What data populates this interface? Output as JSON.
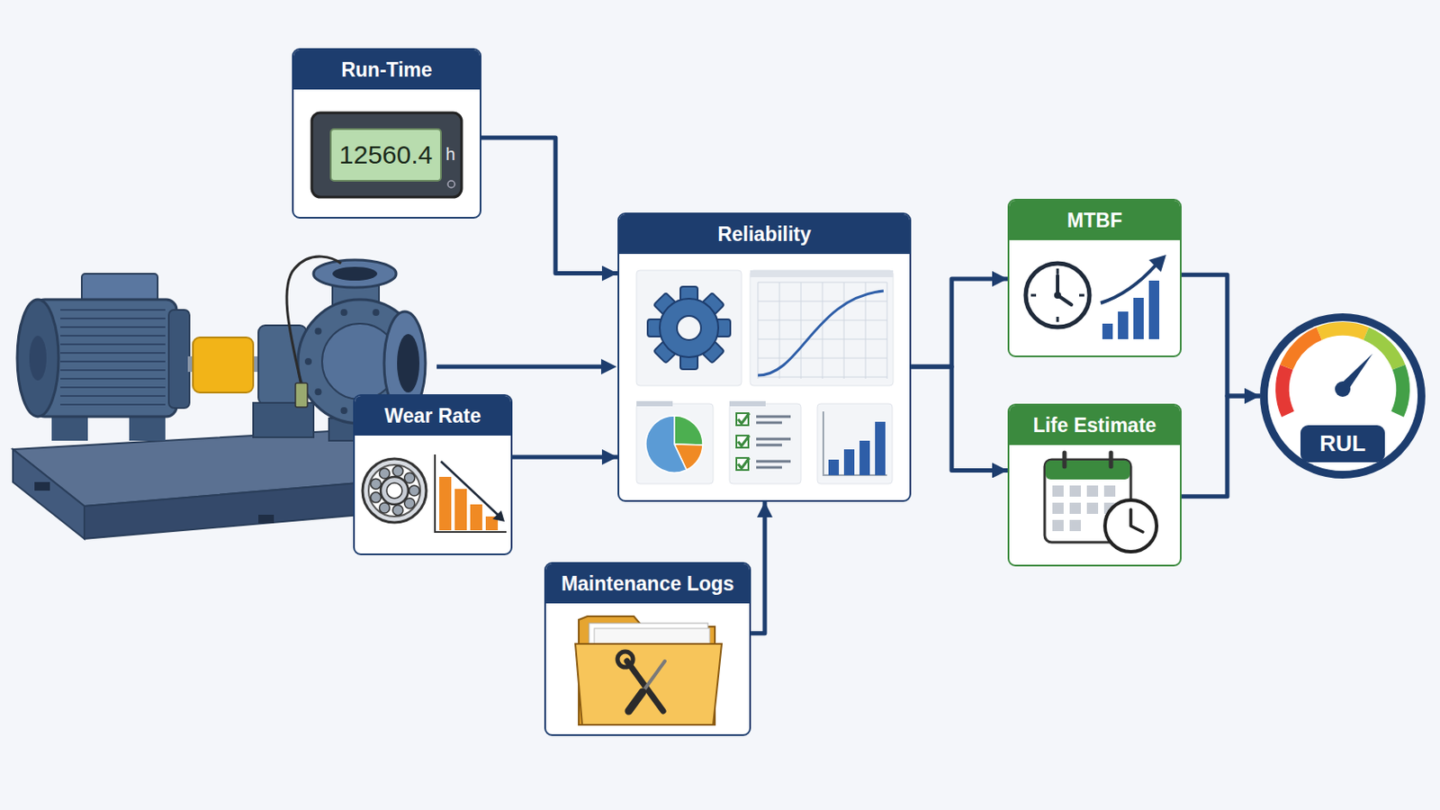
{
  "diagram": {
    "nodes": [
      {
        "text": [
          "Run-Time"
        ]
      },
      {
        "text": [
          "Wear Rate"
        ]
      },
      {
        "text": [
          "Reliability"
        ]
      },
      {
        "text": [
          "Maintenance Logs"
        ]
      },
      {
        "text": [
          "MTBF"
        ]
      },
      {
        "text": [
          "Life Estimate"
        ]
      },
      {
        "text": [
          "RUL"
        ]
      }
    ],
    "edges": [
      {
        "from": 0,
        "to": 2,
        "arrow": "to"
      },
      {
        "from": 1,
        "to": 2,
        "arrow": "to"
      },
      {
        "from": 3,
        "to": 2,
        "arrow": "to"
      },
      {
        "from": 2,
        "to": 4,
        "arrow": "to"
      },
      {
        "from": 2,
        "to": 5,
        "arrow": "to"
      },
      {
        "from": 4,
        "to": 6,
        "arrow": "to"
      },
      {
        "from": 5,
        "to": 6,
        "arrow": "to"
      }
    ],
    "labels": [
      "12560.4",
      "h"
    ]
  }
}
